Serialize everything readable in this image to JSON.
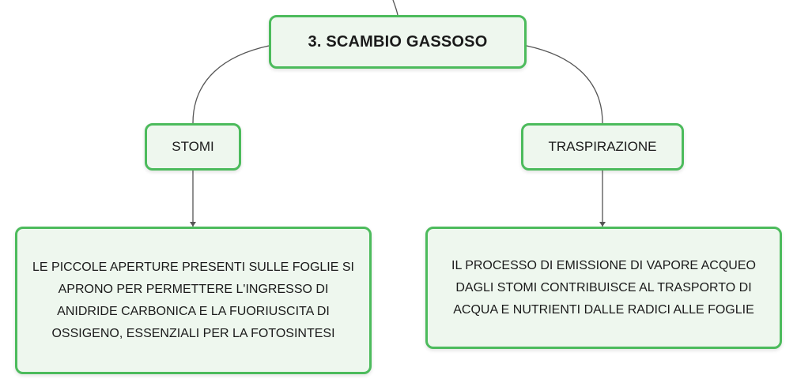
{
  "diagram": {
    "root": {
      "label": "3. SCAMBIO GASSOSO"
    },
    "branches": [
      {
        "label": "STOMI",
        "description": "LE PICCOLE APERTURE PRESENTI SULLE FOGLIE SI APRONO PER PERMETTERE L'INGRESSO DI ANIDRIDE CARBONICA E LA FUORIUSCITA DI OSSIGENO, ESSENZIALI PER LA FOTOSINTESI"
      },
      {
        "label": "TRASPIRAZIONE",
        "description": "IL PROCESSO DI EMISSIONE DI VAPORE ACQUEO DAGLI STOMI CONTRIBUISCE AL TRASPORTO DI ACQUA E NUTRIENTI DALLE RADICI ALLE FOGLIE"
      }
    ],
    "colors": {
      "node_border": "#4cbb5c",
      "node_fill": "#eef7ee",
      "connector": "#555555"
    }
  }
}
